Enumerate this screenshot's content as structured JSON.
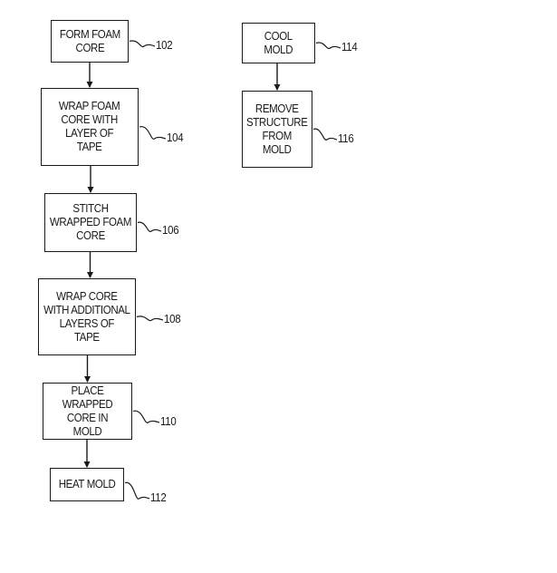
{
  "steps": [
    {
      "id": "102",
      "label": "FORM FOAM\nCORE",
      "ref": "102"
    },
    {
      "id": "104",
      "label": "WRAP FOAM\nCORE WITH\nLAYER OF\nTAPE",
      "ref": "104"
    },
    {
      "id": "106",
      "label": "STITCH\nWRAPPED FOAM\nCORE",
      "ref": "106"
    },
    {
      "id": "108",
      "label": "WRAP CORE\nWITH ADDITIONAL\nLAYERS OF\nTAPE",
      "ref": "108"
    },
    {
      "id": "110",
      "label": "PLACE WRAPPED\nCORE IN\nMOLD",
      "ref": "110"
    },
    {
      "id": "112",
      "label": "HEAT MOLD",
      "ref": "112"
    },
    {
      "id": "114",
      "label": "COOL\nMOLD",
      "ref": "114"
    },
    {
      "id": "116",
      "label": "REMOVE\nSTRUCTURE\nFROM\nMOLD",
      "ref": "116"
    }
  ],
  "flow": [
    [
      "102",
      "104"
    ],
    [
      "104",
      "106"
    ],
    [
      "106",
      "108"
    ],
    [
      "108",
      "110"
    ],
    [
      "110",
      "112"
    ],
    [
      "114",
      "116"
    ]
  ]
}
